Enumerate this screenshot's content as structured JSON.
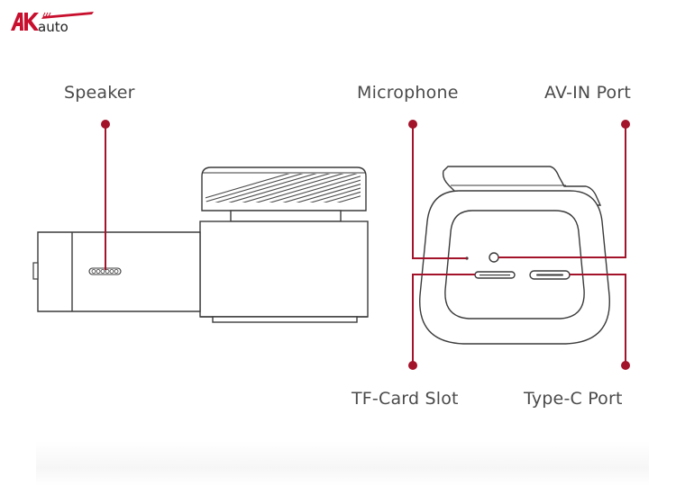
{
  "brand": {
    "logo_letters": "AK",
    "logo_word": "auto",
    "accent_color": "#c8102e"
  },
  "labels": {
    "speaker": "Speaker",
    "microphone": "Microphone",
    "av_in_port": "AV-IN Port",
    "tf_card_slot": "TF-Card Slot",
    "type_c_port": "Type-C Port"
  },
  "colors": {
    "callout": "#a3132a",
    "outline": "#3a3a3a",
    "label_text": "#4a4a4a"
  }
}
